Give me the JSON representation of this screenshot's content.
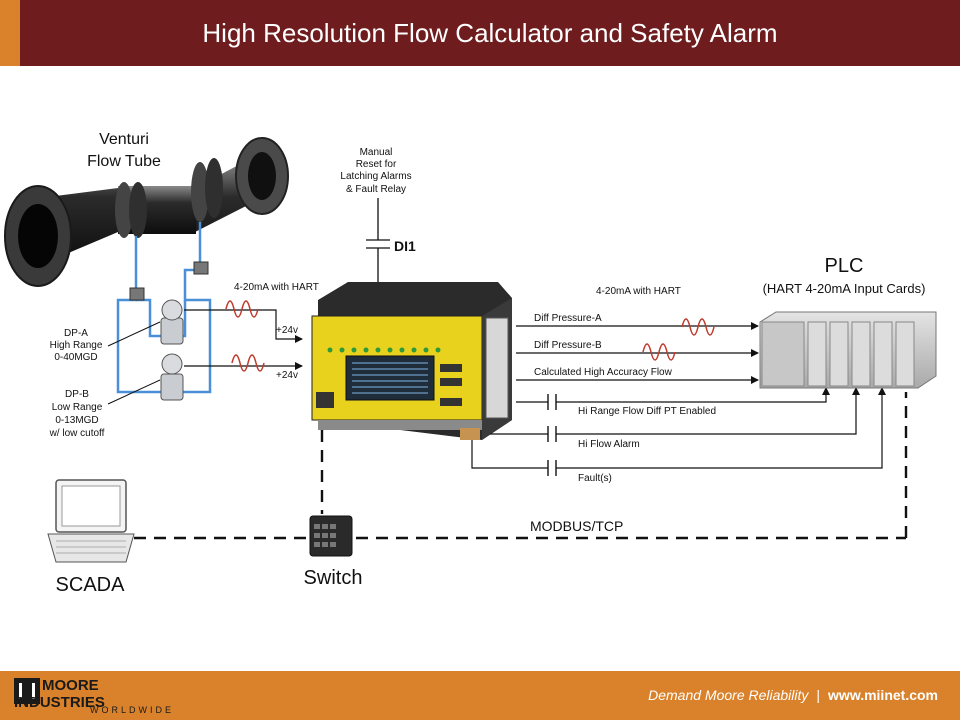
{
  "header": {
    "title": "High Resolution Flow Calculator and Safety Alarm"
  },
  "diagram": {
    "venturi_line1": "Venturi",
    "venturi_line2": "Flow Tube",
    "reset_line1": "Manual",
    "reset_line2": "Reset for",
    "reset_line3": "Latching Alarms",
    "reset_line4": "& Fault Relay",
    "di1": "DI1",
    "hart_left": "4-20mA with HART",
    "hart_right": "4-20mA with HART",
    "v24_a": "+24v",
    "v24_b": "+24v",
    "dpa_line1": "DP-A",
    "dpa_line2": "High Range",
    "dpa_line3": "0-40MGD",
    "dpb_line1": "DP-B",
    "dpb_line2": "Low Range",
    "dpb_line3": "0-13MGD",
    "dpb_line4": "w/ low cutoff",
    "sig_dpa": "Diff Pressure-A",
    "sig_dpb": "Diff Pressure-B",
    "sig_flow": "Calculated High Accuracy Flow",
    "relay_hi_range": "Hi Range Flow Diff PT Enabled",
    "relay_hi_alarm": "Hi Flow Alarm",
    "relay_fault": "Fault(s)",
    "plc_title": "PLC",
    "plc_subtitle": "(HART 4-20mA Input Cards)",
    "modbus": "MODBUS/TCP",
    "scada": "SCADA",
    "switch": "Switch"
  },
  "footer": {
    "logo_line1": "MOORE",
    "logo_line2": "INDUSTRIES",
    "logo_line3": "WORLDWIDE",
    "tagline": "Demand Moore Reliability",
    "separator": "|",
    "url": "www.miinet.com"
  },
  "colors": {
    "title_bar": "#6e1c1e",
    "accent": "#d9822b",
    "pipe_blue": "#4a90d9",
    "wave_red": "#c0392b",
    "module_yellow": "#e8d21d"
  }
}
